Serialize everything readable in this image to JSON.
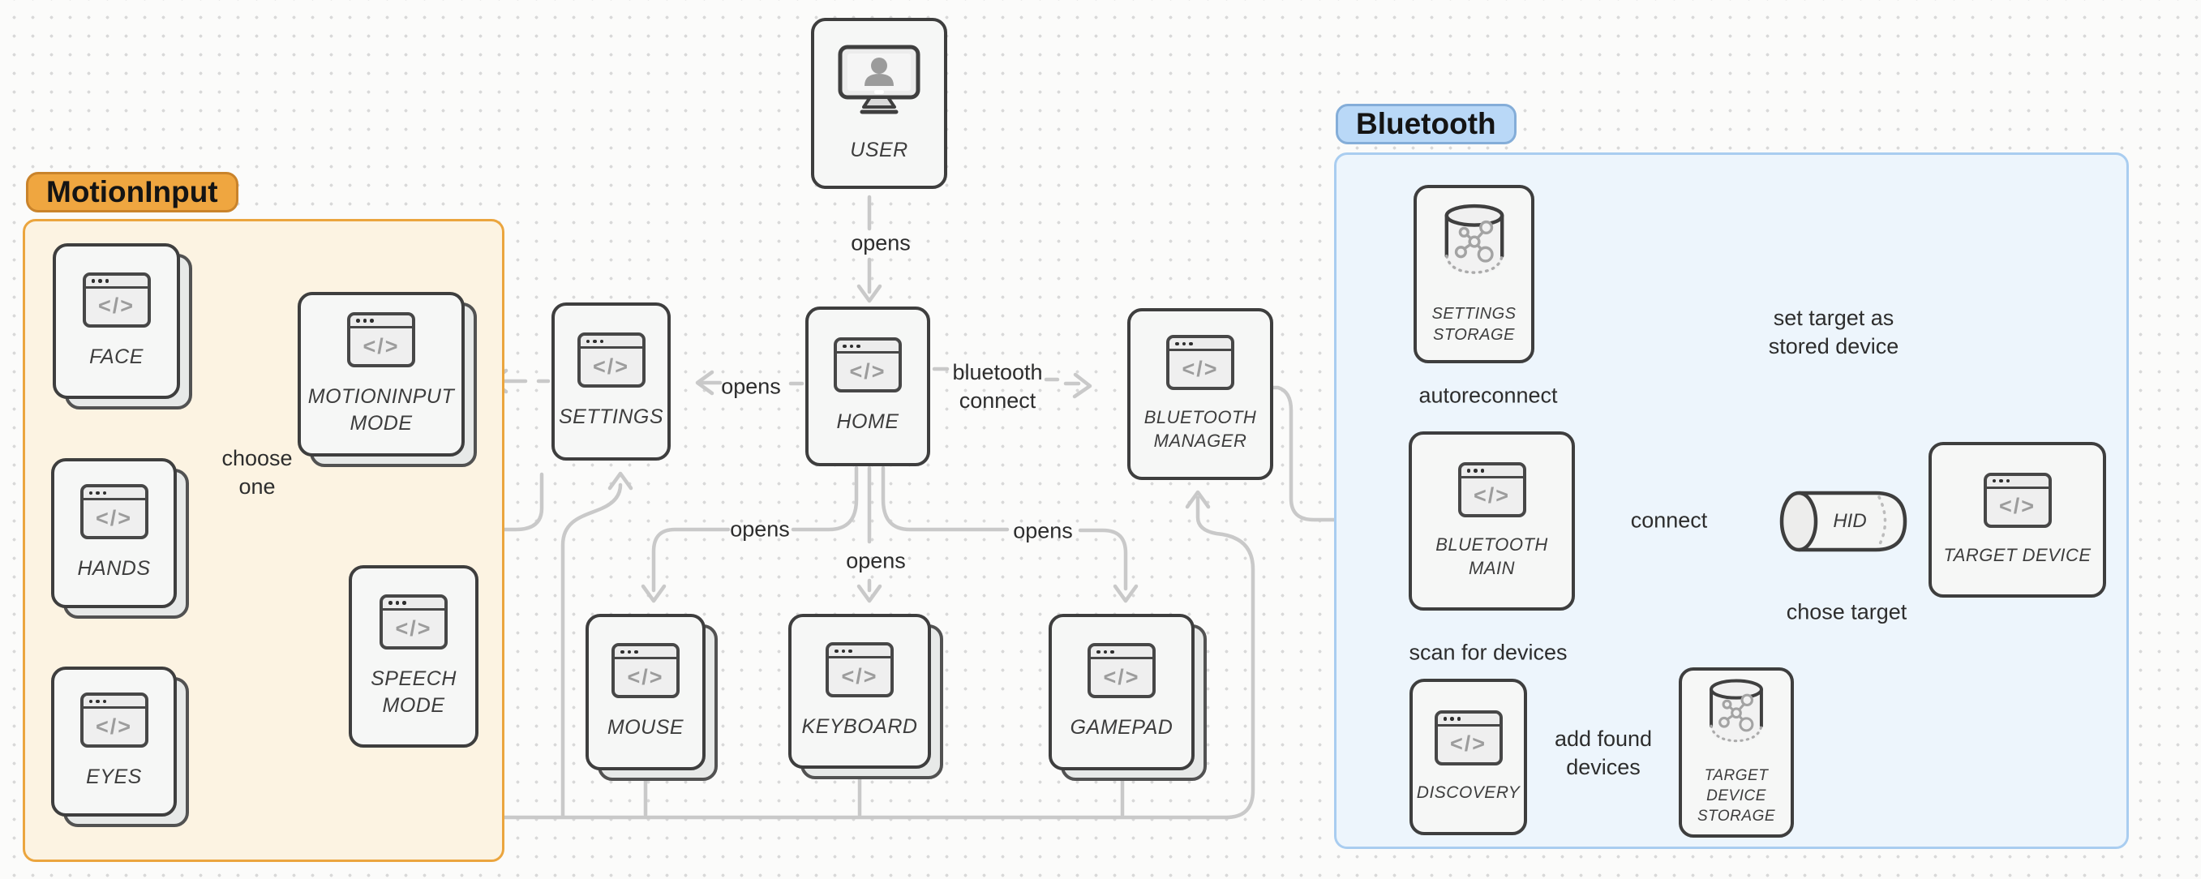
{
  "colors": {
    "canvas_bg": "#fbfbfa",
    "dot": "#d9d9d9",
    "card_bg": "#f6f7f6",
    "card_border": "#3e3e3e",
    "card_shadow_bg": "#e7e9e8",
    "card_shadow_border": "#525252",
    "edge": "#c9c9c9",
    "edge_label": "#2d2d2d",
    "node_label": "#3d3d3d",
    "icon_gray": "#9c9c9c",
    "icon_border": "#474747",
    "motioninput_fill": "#fcf3e2",
    "motioninput_border": "#eba53e",
    "motioninput_badge": "#efa640",
    "motioninput_badge_border": "#c9832b",
    "bluetooth_fill": "#edf5fc",
    "bluetooth_border": "#a9cdf0",
    "bluetooth_badge": "#b9d8f7",
    "bluetooth_badge_border": "#84add8"
  },
  "regions": {
    "motioninput": {
      "label": "MotionInput"
    },
    "bluetooth": {
      "label": "Bluetooth"
    }
  },
  "icons": {
    "code_glyph": "</>"
  },
  "nodes": {
    "user": {
      "label": "USER"
    },
    "face": {
      "label": "FACE"
    },
    "hands": {
      "label": "HANDS"
    },
    "eyes": {
      "label": "EYES"
    },
    "motioninput_mode": {
      "label": "MOTIONINPUT\nMODE"
    },
    "speech_mode": {
      "label": "SPEECH\nMODE"
    },
    "settings": {
      "label": "SETTINGS"
    },
    "home": {
      "label": "HOME"
    },
    "bluetooth_manager": {
      "label": "BLUETOOTH\nMANAGER"
    },
    "mouse": {
      "label": "MOUSE"
    },
    "keyboard": {
      "label": "KEYBOARD"
    },
    "gamepad": {
      "label": "GAMEPAD"
    },
    "settings_storage": {
      "label": "SETTINGS\nSTORAGE"
    },
    "bluetooth_main": {
      "label": "BLUETOOTH\nMAIN"
    },
    "discovery": {
      "label": "DISCOVERY"
    },
    "target_device_storage": {
      "label": "TARGET DEVICE\nSTORAGE"
    },
    "hid": {
      "label": "HID"
    },
    "target_device": {
      "label": "TARGET DEVICE"
    }
  },
  "edges": {
    "user_home": {
      "label": "opens"
    },
    "home_settings": {
      "label": "opens"
    },
    "choose_one": {
      "label": "choose\none"
    },
    "home_mouse": {
      "label": "opens"
    },
    "home_keyboard": {
      "label": "opens"
    },
    "home_gamepad": {
      "label": "opens"
    },
    "home_bluetooth_manager": {
      "label": "bluetooth\nconnect"
    },
    "autoreconnect": {
      "label": "autoreconnect"
    },
    "connect": {
      "label": "connect"
    },
    "scan_for_devices": {
      "label": "scan for devices"
    },
    "add_found_devices": {
      "label": "add found\ndevices"
    },
    "set_target": {
      "label": "set target as\nstored device"
    },
    "chose_target": {
      "label": "chose target"
    }
  }
}
